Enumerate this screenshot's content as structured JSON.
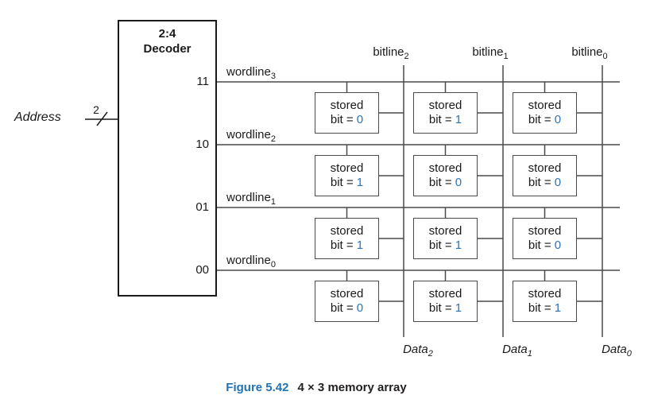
{
  "figure": {
    "caption_label": "Figure 5.42",
    "caption_title": "4 × 3 memory array"
  },
  "address": {
    "label": "Address",
    "bus_width": "2"
  },
  "decoder": {
    "size": "2:4",
    "name": "Decoder"
  },
  "wordlines": [
    {
      "base": "wordline",
      "sub": "3",
      "decoder_output": "11"
    },
    {
      "base": "wordline",
      "sub": "2",
      "decoder_output": "10"
    },
    {
      "base": "wordline",
      "sub": "1",
      "decoder_output": "01"
    },
    {
      "base": "wordline",
      "sub": "0",
      "decoder_output": "00"
    }
  ],
  "bitlines": [
    {
      "base": "bitline",
      "sub": "2"
    },
    {
      "base": "bitline",
      "sub": "1"
    },
    {
      "base": "bitline",
      "sub": "0"
    }
  ],
  "data_outputs": [
    {
      "base": "Data",
      "sub": "2"
    },
    {
      "base": "Data",
      "sub": "1"
    },
    {
      "base": "Data",
      "sub": "0"
    }
  ],
  "cell": {
    "line1": "stored",
    "line2_prefix": "bit = "
  },
  "memory": {
    "rows": [
      {
        "wordline": "wordline3",
        "bits": [
          "0",
          "1",
          "0"
        ]
      },
      {
        "wordline": "wordline2",
        "bits": [
          "1",
          "0",
          "0"
        ]
      },
      {
        "wordline": "wordline1",
        "bits": [
          "1",
          "1",
          "0"
        ]
      },
      {
        "wordline": "wordline0",
        "bits": [
          "0",
          "1",
          "1"
        ]
      }
    ]
  },
  "colors": {
    "bit_value_blue": "#2e74b5",
    "caption_blue": "#2173b4",
    "wire_gray": "#4a4a4c",
    "text_black": "#1a1a1a"
  }
}
